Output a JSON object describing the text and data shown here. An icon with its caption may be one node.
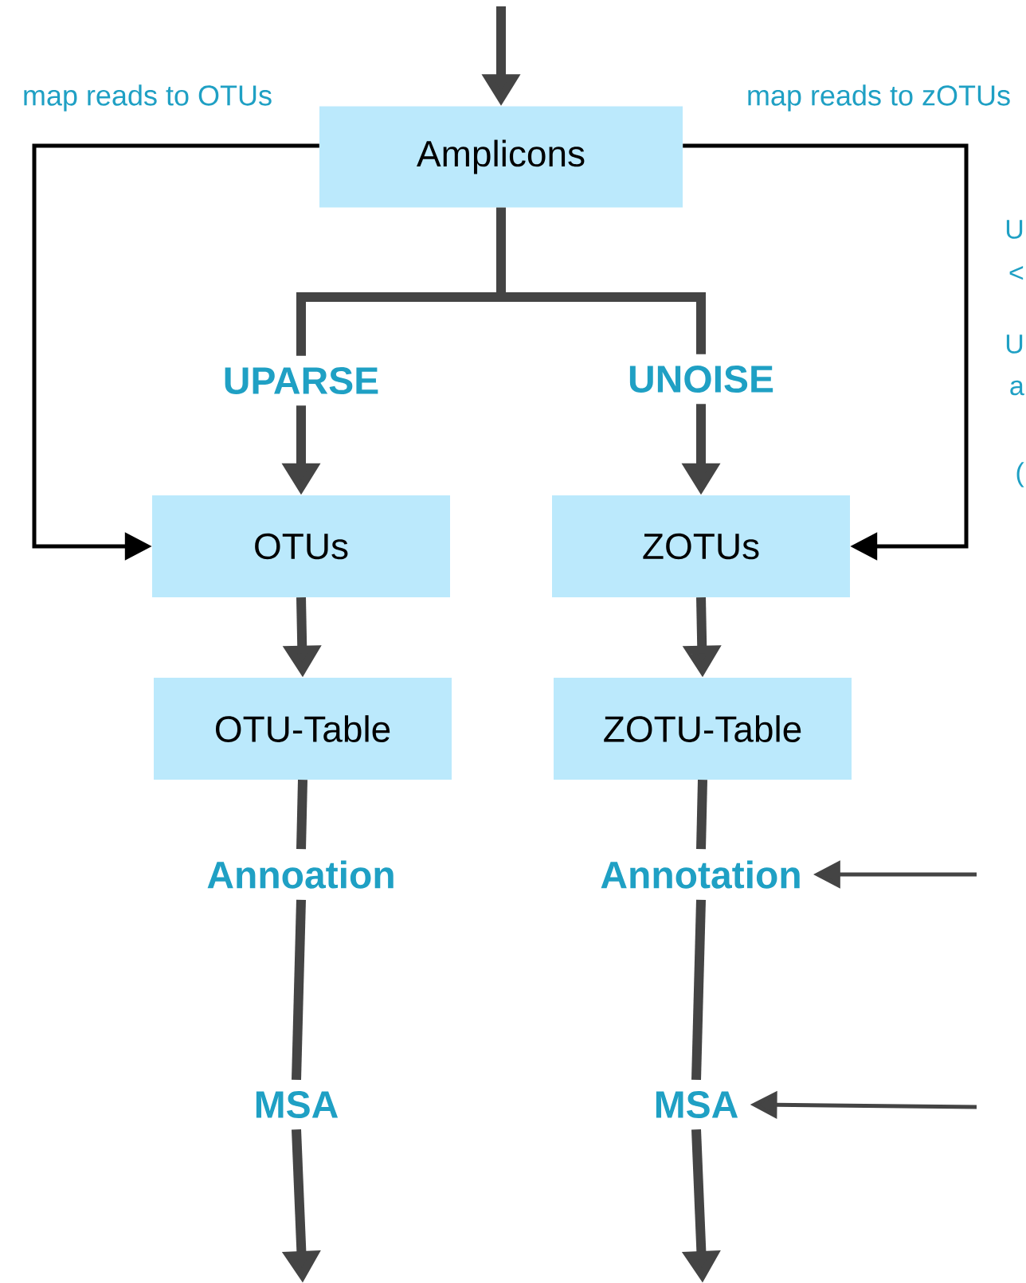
{
  "diagram": {
    "nodes": [
      {
        "text": [
          "Amplicons"
        ]
      },
      {
        "text": [
          "UPARSE"
        ]
      },
      {
        "text": [
          "UNOISE"
        ]
      },
      {
        "text": [
          "OTUs"
        ]
      },
      {
        "text": [
          "ZOTUs"
        ]
      },
      {
        "text": [
          "OTU-Table"
        ]
      },
      {
        "text": [
          "ZOTU-Table"
        ]
      },
      {
        "text": [
          "Annoation"
        ]
      },
      {
        "text": [
          "Annotation"
        ]
      },
      {
        "text": [
          "MSA"
        ]
      },
      {
        "text": [
          "MSA"
        ]
      }
    ],
    "edges": [
      {
        "from": null,
        "to": 0,
        "arrow": "to"
      },
      {
        "from": 0,
        "to": 3,
        "arrow": "to",
        "label": "map reads to OTUs",
        "color": "#000000"
      },
      {
        "from": 0,
        "to": 4,
        "arrow": "to",
        "label": "map reads to zOTUs",
        "color": "#000000"
      },
      {
        "from": 0,
        "to": 1,
        "arrow": "none"
      },
      {
        "from": 0,
        "to": 2,
        "arrow": "none"
      },
      {
        "from": 1,
        "to": 3,
        "arrow": "to"
      },
      {
        "from": 2,
        "to": 4,
        "arrow": "to"
      },
      {
        "from": 3,
        "to": 5,
        "arrow": "to"
      },
      {
        "from": 4,
        "to": 6,
        "arrow": "to"
      },
      {
        "from": 5,
        "to": 7,
        "arrow": "none"
      },
      {
        "from": 6,
        "to": 8,
        "arrow": "none"
      },
      {
        "from": 7,
        "to": 9,
        "arrow": "none"
      },
      {
        "from": 8,
        "to": 10,
        "arrow": "none"
      },
      {
        "from": 9,
        "to": null,
        "arrow": "to"
      },
      {
        "from": 10,
        "to": null,
        "arrow": "to"
      },
      {
        "from": null,
        "to": 8,
        "arrow": "to"
      },
      {
        "from": null,
        "to": 10,
        "arrow": "to"
      }
    ],
    "labels": [
      "U",
      "<",
      "U",
      "a",
      "("
    ]
  }
}
